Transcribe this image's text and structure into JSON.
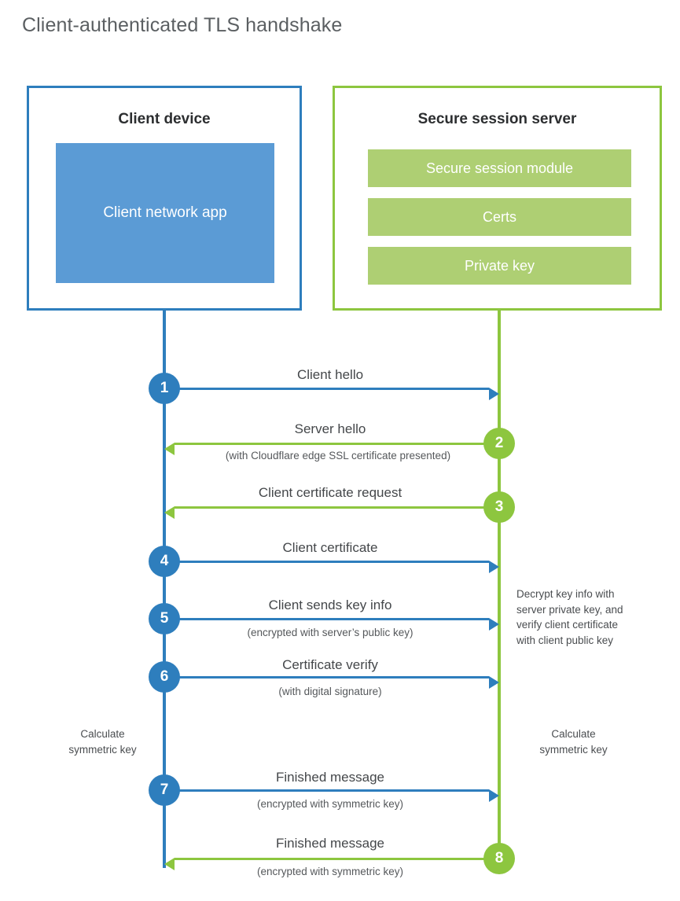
{
  "title": "Client-authenticated TLS handshake",
  "parties": {
    "client": {
      "title": "Client device",
      "app_label": "Client network app",
      "accent": "#2E7EBD",
      "app_fill": "#5B9BD5"
    },
    "server": {
      "title": "Secure session server",
      "accent": "#8DC63F",
      "item_fill": "#AECF73",
      "items": [
        {
          "label": "Secure session module"
        },
        {
          "label": "Certs"
        },
        {
          "label": "Private key"
        }
      ]
    }
  },
  "steps": [
    {
      "number": "1",
      "label": "Client hello",
      "sublabel": "",
      "direction": "client-to-server",
      "color": "blue"
    },
    {
      "number": "2",
      "label": "Server hello",
      "sublabel": "(with Cloudflare edge SSL certificate presented)",
      "direction": "server-to-client",
      "color": "green"
    },
    {
      "number": "3",
      "label": "Client certificate request",
      "sublabel": "",
      "direction": "server-to-client",
      "color": "green"
    },
    {
      "number": "4",
      "label": "Client certificate",
      "sublabel": "",
      "direction": "client-to-server",
      "color": "blue"
    },
    {
      "number": "5",
      "label": "Client sends key info",
      "sublabel": "(encrypted with server’s public key)",
      "direction": "client-to-server",
      "color": "blue"
    },
    {
      "number": "6",
      "label": "Certificate verify",
      "sublabel": "(with digital signature)",
      "direction": "client-to-server",
      "color": "blue"
    },
    {
      "number": "7",
      "label": "Finished message",
      "sublabel": "(encrypted with symmetric key)",
      "direction": "client-to-server",
      "color": "blue"
    },
    {
      "number": "8",
      "label": "Finished message",
      "sublabel": "(encrypted with symmetric key)",
      "direction": "server-to-client",
      "color": "green"
    }
  ],
  "notes": {
    "server_decrypt": "Decrypt key info with\nserver private key, and\nverify client certificate\nwith client public key",
    "client_calculate": "Calculate\nsymmetric key",
    "server_calculate": "Calculate\nsymmetric key"
  }
}
